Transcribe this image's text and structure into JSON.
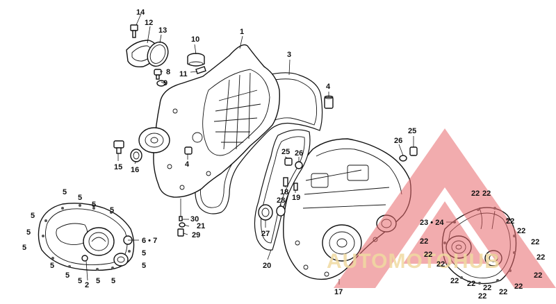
{
  "labels": [
    {
      "id": "l1",
      "text": "1"
    },
    {
      "id": "l2",
      "text": "2"
    },
    {
      "id": "l3",
      "text": "3"
    },
    {
      "id": "l4a",
      "text": "4"
    },
    {
      "id": "l4b",
      "text": "4"
    },
    {
      "id": "l5a",
      "text": "5"
    },
    {
      "id": "l5b",
      "text": "5"
    },
    {
      "id": "l5c",
      "text": "5"
    },
    {
      "id": "l5d",
      "text": "5"
    },
    {
      "id": "l5e",
      "text": "5"
    },
    {
      "id": "l5f",
      "text": "5"
    },
    {
      "id": "l5g",
      "text": "5"
    },
    {
      "id": "l5h",
      "text": "5"
    },
    {
      "id": "l5i",
      "text": "5"
    },
    {
      "id": "l5j",
      "text": "5"
    },
    {
      "id": "l5k",
      "text": "5"
    },
    {
      "id": "l5l",
      "text": "5"
    },
    {
      "id": "l5m",
      "text": "5"
    },
    {
      "id": "l5n",
      "text": "5"
    },
    {
      "id": "l67",
      "text": "6 • 7"
    },
    {
      "id": "l8",
      "text": "8"
    },
    {
      "id": "l9",
      "text": "9"
    },
    {
      "id": "l10",
      "text": "10"
    },
    {
      "id": "l11",
      "text": "11"
    },
    {
      "id": "l12",
      "text": "12"
    },
    {
      "id": "l13",
      "text": "13"
    },
    {
      "id": "l14",
      "text": "14"
    },
    {
      "id": "l15",
      "text": "15"
    },
    {
      "id": "l16",
      "text": "16"
    },
    {
      "id": "l17",
      "text": "17"
    },
    {
      "id": "l18",
      "text": "18"
    },
    {
      "id": "l19",
      "text": "19"
    },
    {
      "id": "l20",
      "text": "20"
    },
    {
      "id": "l21",
      "text": "21"
    },
    {
      "id": "l22a",
      "text": "22"
    },
    {
      "id": "l22b",
      "text": "22"
    },
    {
      "id": "l22c",
      "text": "22"
    },
    {
      "id": "l22d",
      "text": "22"
    },
    {
      "id": "l22e",
      "text": "22"
    },
    {
      "id": "l22f",
      "text": "22"
    },
    {
      "id": "l22g",
      "text": "22"
    },
    {
      "id": "l22h",
      "text": "22"
    },
    {
      "id": "l22i",
      "text": "22"
    },
    {
      "id": "l22j",
      "text": "22"
    },
    {
      "id": "l22k",
      "text": "22"
    },
    {
      "id": "l22l",
      "text": "22"
    },
    {
      "id": "l22m",
      "text": "22"
    },
    {
      "id": "l22n",
      "text": "22"
    },
    {
      "id": "l22o",
      "text": "22"
    },
    {
      "id": "l22p",
      "text": "22"
    },
    {
      "id": "l2324",
      "text": "23 • 24"
    },
    {
      "id": "l25a",
      "text": "25"
    },
    {
      "id": "l25b",
      "text": "25"
    },
    {
      "id": "l26a",
      "text": "26"
    },
    {
      "id": "l26b",
      "text": "26"
    },
    {
      "id": "l27",
      "text": "27"
    },
    {
      "id": "l28",
      "text": "28"
    },
    {
      "id": "l29",
      "text": "29"
    },
    {
      "id": "l30",
      "text": "30"
    }
  ],
  "watermark": {
    "text": "AUTOMOTOHUB",
    "triangle_color": "#e8686b",
    "text_color": "#f0d9a0"
  }
}
